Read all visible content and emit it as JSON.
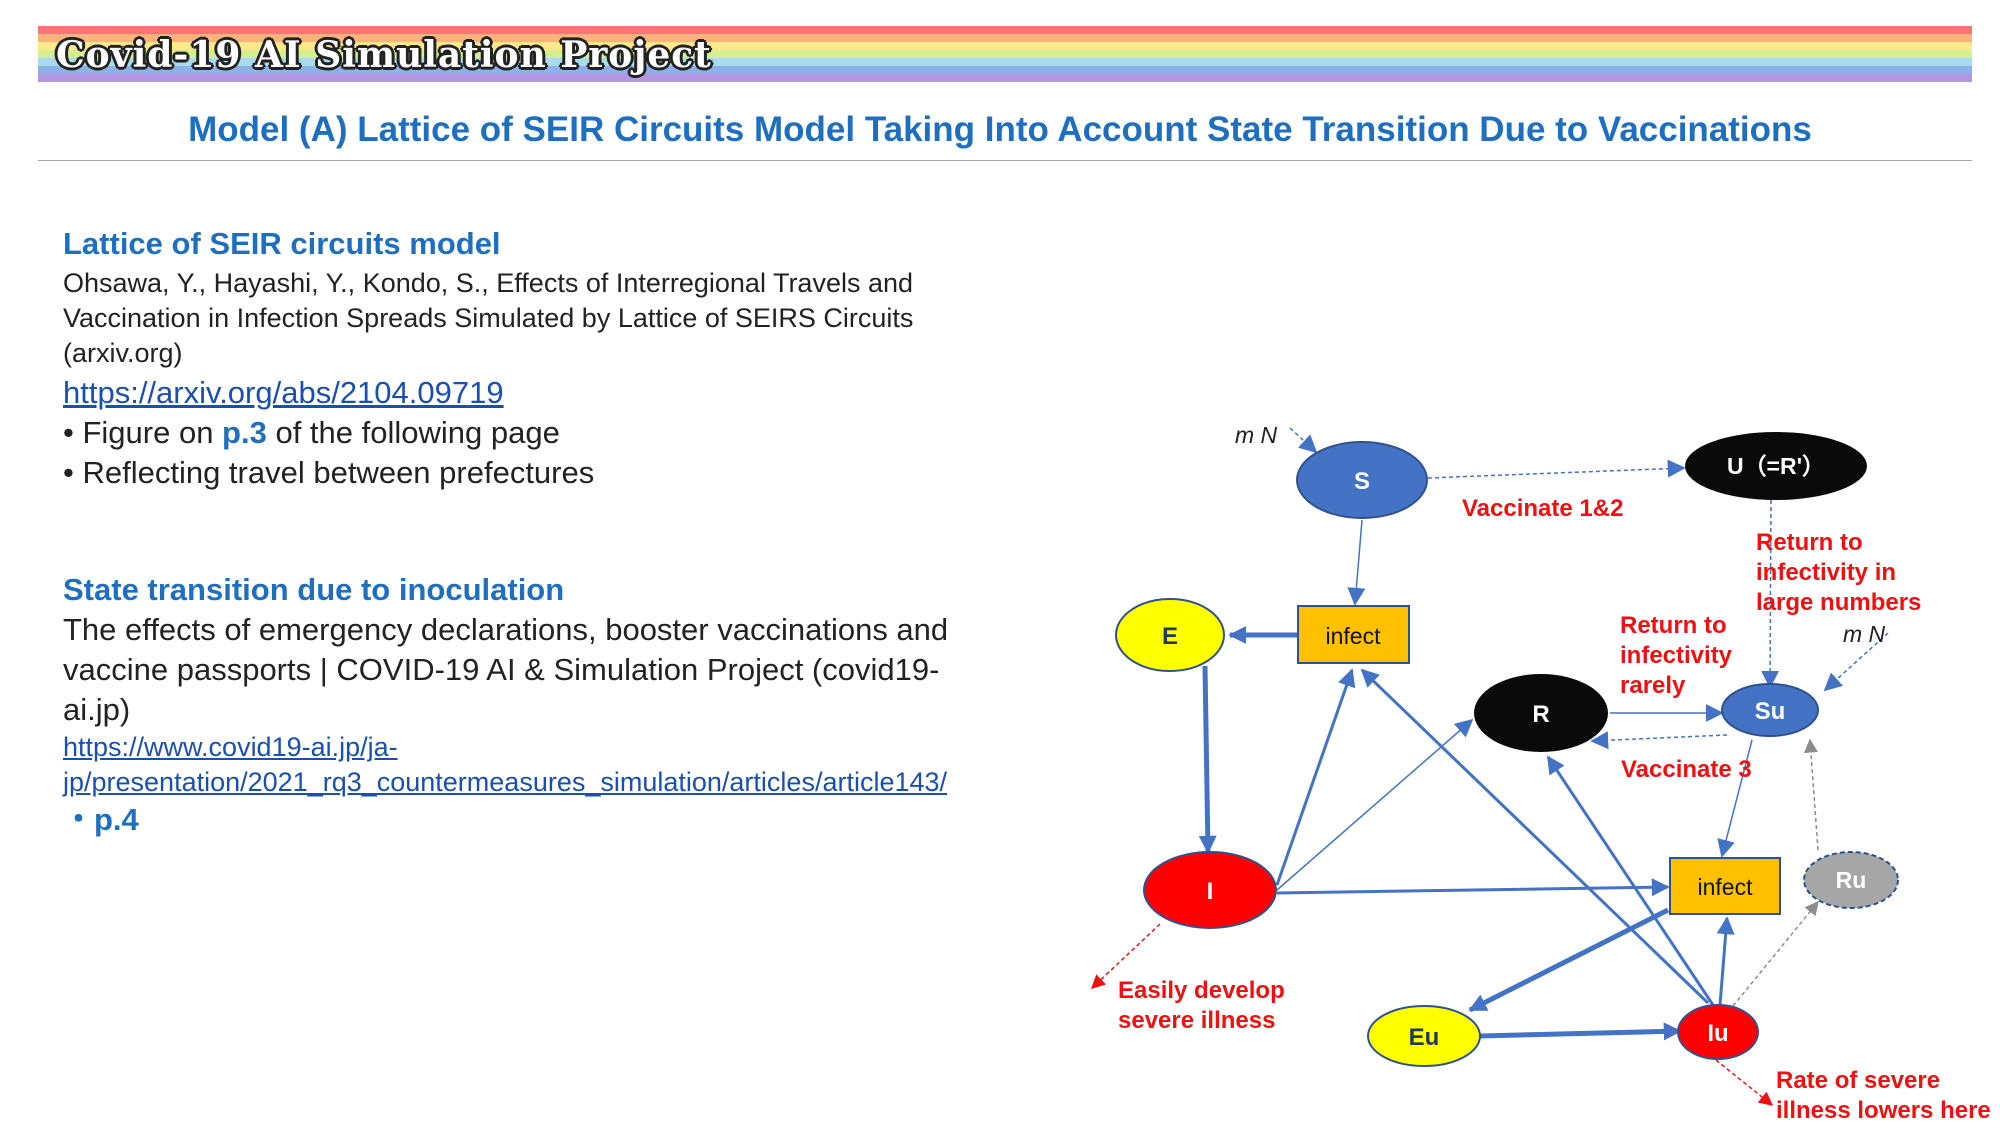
{
  "banner": {
    "title": "Covid-19 AI Simulation Project",
    "stripe_colors": [
      "#f87575",
      "#fbb37c",
      "#fde88a",
      "#d3ef8f",
      "#a8dcea",
      "#8fb0e8",
      "#b596e3"
    ]
  },
  "page_title": "Model (A) Lattice of SEIR Circuits Model Taking Into Account State Transition Due to Vaccinations",
  "section1": {
    "heading": "Lattice of SEIR circuits model",
    "ref_lines": [
      "Ohsawa, Y., Hayashi, Y., Kondo, S., Effects of Interregional Travels and",
      "Vaccination in Infection Spreads Simulated by Lattice of SEIRS Circuits",
      "(arxiv.org)"
    ],
    "link": "https://arxiv.org/abs/2104.09719",
    "bullet1_pre": "• Figure on ",
    "bullet1_em": "p.3",
    "bullet1_post": " of the following page",
    "bullet2": "• Reflecting travel between prefectures"
  },
  "section2": {
    "heading": "State transition due to inoculation",
    "text_lines": [
      "The effects of emergency declarations, booster vaccinations and",
      "vaccine passports | COVID-19 AI & Simulation Project (covid19-",
      "ai.jp)"
    ],
    "link_lines": [
      "https://www.covid19-ai.jp/ja-",
      "jp/presentation/2021_rq3_countermeasures_simulation/articles/article143/"
    ],
    "page_note": "・p.4"
  },
  "diagram": {
    "nodes": {
      "S": "S",
      "U": "U（=R'）",
      "E": "E",
      "infect_top": "infect",
      "R": "R",
      "Su": "Su",
      "I": "I",
      "infect_bottom": "infect",
      "Ru": "Ru",
      "Eu": "Eu",
      "Iu": "Iu"
    },
    "labels": {
      "mN_top": "m N",
      "mN_right": "m N",
      "vaccinate12": "Vaccinate 1&2",
      "return_large": [
        "Return to",
        "infectivity in",
        "large numbers"
      ],
      "return_rare": [
        "Return to",
        "infectivity",
        "rarely"
      ],
      "vaccinate3": "Vaccinate 3",
      "severe_easy": [
        "Easily develop",
        "severe illness"
      ],
      "severe_lower": [
        "Rate of severe",
        "illness lowers here"
      ]
    },
    "colors": {
      "blue": "#4472c4",
      "black": "#0a0a0a",
      "yellow": "#ffff00",
      "red": "#ff0000",
      "orange": "#ffc000",
      "gray": "#a6a6a6",
      "label_red": "#ee1111"
    }
  }
}
